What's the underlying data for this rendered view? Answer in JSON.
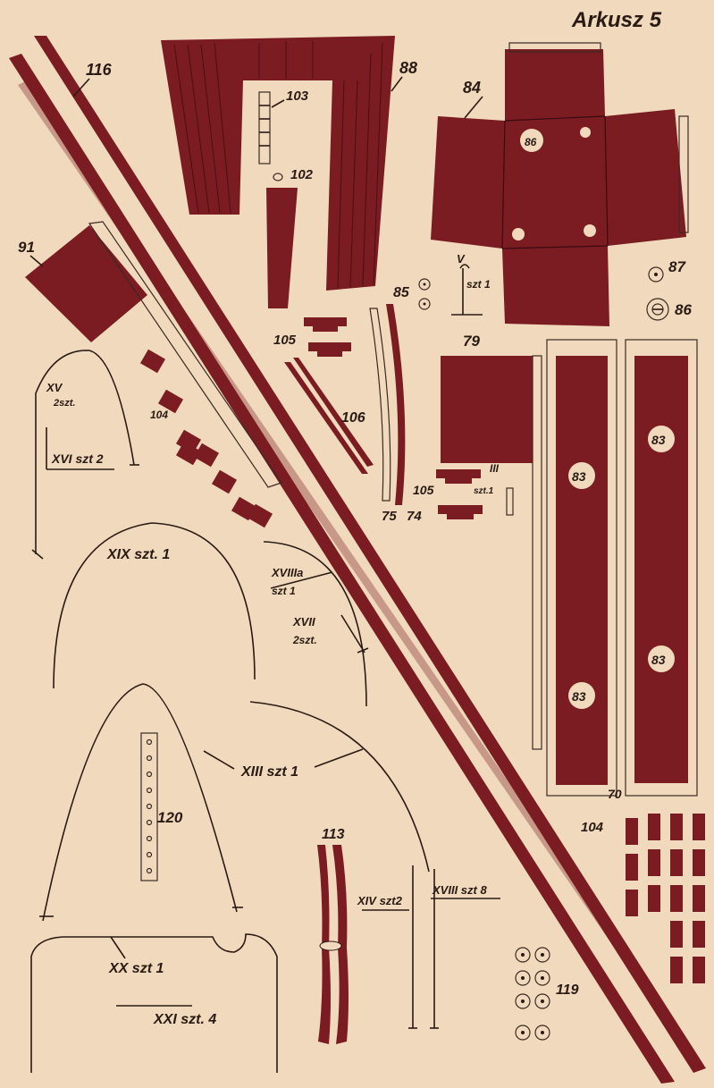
{
  "sheet": {
    "title": "Arkusz 5"
  },
  "colors": {
    "paper": "#f0d9bd",
    "part": "#7a1c22",
    "ink": "#2a1a14"
  },
  "labels": {
    "p116": "116",
    "p88": "88",
    "p103": "103",
    "p102": "102",
    "p84": "84",
    "p87": "87",
    "p86": "86",
    "p85": "85",
    "p91": "91",
    "pV": "V",
    "pV_szt": "szt 1",
    "p105a": "105",
    "p106": "106",
    "p79": "79",
    "p83a": "83",
    "p83b": "83",
    "p83c": "83",
    "p83d": "83",
    "p104a": "104",
    "p105b": "105",
    "pIII": "III",
    "pIII_szt": "szt.1",
    "p75": "75",
    "p74": "74",
    "pXV": "XV",
    "pXV_szt": "2szt.",
    "pXVI": "XVI szt 2",
    "pXIX": "XIX szt. 1",
    "pXVIII": "XVIIIa",
    "pXVIII_szt": "szt 1",
    "pXVII": "XVII",
    "pXVII_szt": "2szt.",
    "pXIII": "XIII szt 1",
    "p120": "120",
    "p70": "70",
    "p104b": "104",
    "p113": "113",
    "pXIV": "XIV szt2",
    "pXVIIIb": "XVIII szt 8",
    "pXX": "XX szt 1",
    "pXXI": "XXI szt. 4",
    "p119": "119",
    "p86hole": "86"
  }
}
